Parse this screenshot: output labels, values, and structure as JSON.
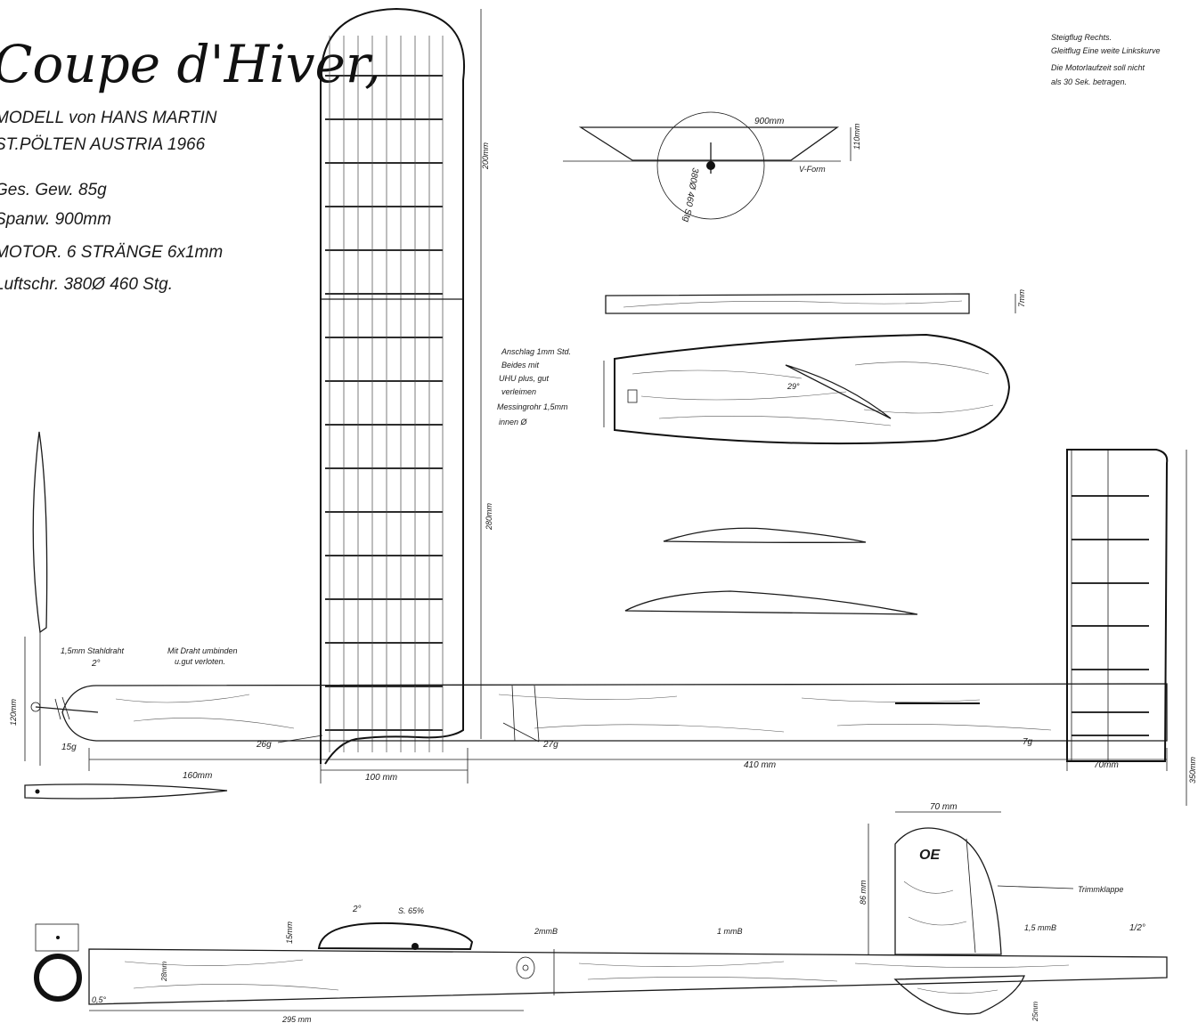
{
  "header": {
    "title": "Coupe d'Hiver,",
    "line1": "MODELL von HANS MARTIN",
    "line2": "ST.PÖLTEN AUSTRIA 1966",
    "specs": [
      "Ges. Gew. 85g",
      "Spanw. 900mm",
      "MOTOR. 6 STRÄNGE 6x1mm",
      "Luftschr. 380Ø 460 Stg."
    ]
  },
  "notes": [
    "Steigflug Rechts.",
    "Gleitflug Eine weite Linkskurve",
    "Die Motorlaufzeit soll nicht",
    "als 30 Sek. betragen."
  ],
  "dims": {
    "wing_tip": "200mm",
    "wing_half": "280mm",
    "stab_span": "350mm",
    "nose": "160mm",
    "wing_chord": "100 mm",
    "tail_moment": "410 mm",
    "stab_chord": "70mm",
    "prop_height": "120mm",
    "span": "900mm",
    "dihedral": "110mm",
    "blade": "7mm",
    "fin_chord": "70 mm",
    "fin_height": "86 mm",
    "mount": "15mm",
    "fuse_h": "28mm",
    "fin_below": "25mm",
    "cg_pos": "295 mm"
  },
  "labels": {
    "wire": "1,5mm Stahldraht",
    "bind1": "Mit Draht umbinden",
    "bind2": "u.gut verloten.",
    "thrust": "2°",
    "w_nose": "15g",
    "w_wing": "26g",
    "w_fuse": "27g",
    "w_tail": "7g",
    "vform": "V-Form",
    "propcircle": "380Ø 460 Stg",
    "pitch": "29°",
    "hinge": [
      "Anschlag 1mm Std.",
      "Beides mit",
      "UHU plus, gut",
      "verleimen",
      "Messingrohr 1,5mm",
      "innen Ø"
    ],
    "reg": "OE",
    "trim": "Trimmklappe",
    "b15": "1,5 mmB",
    "b2": "2mmB",
    "b1": "1 mmB",
    "cg": "S. 65%",
    "wing_inc": "2°",
    "stab_inc": "1/2°",
    "down": "0,5°"
  }
}
